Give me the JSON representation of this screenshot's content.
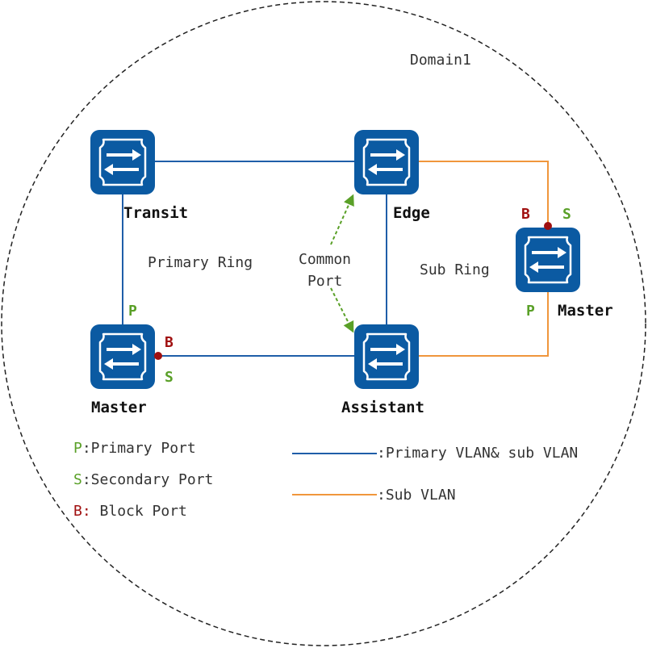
{
  "domain_label": "Domain1",
  "colors": {
    "primary_line": "#1f5ea8",
    "sub_line": "#f0963c",
    "common_port": "#5aa028",
    "block_dot": "#a01010",
    "switch_fill": "#0b5aa2"
  },
  "icons": {
    "switch": "switch-icon"
  },
  "nodes": {
    "transit": "Transit",
    "edge": "Edge",
    "master_left": "Master",
    "assistant": "Assistant",
    "master_right": "Master"
  },
  "ring_labels": {
    "primary": "Primary Ring",
    "common_port_line1": "Common",
    "common_port_line2": "Port",
    "sub": "Sub Ring"
  },
  "port_marks": {
    "left_master_p": "P",
    "left_master_b": "B",
    "left_master_s": "S",
    "right_master_b": "B",
    "right_master_s": "S",
    "right_master_p": "P"
  },
  "legend": {
    "p_key": "P",
    "p_text": ":Primary Port",
    "s_key": "S",
    "s_text": ":Secondary Port",
    "b_key": "B:",
    "b_text": " Block Port",
    "primary_line_text": ":Primary VLAN& sub VLAN",
    "sub_line_text": ":Sub VLAN"
  }
}
